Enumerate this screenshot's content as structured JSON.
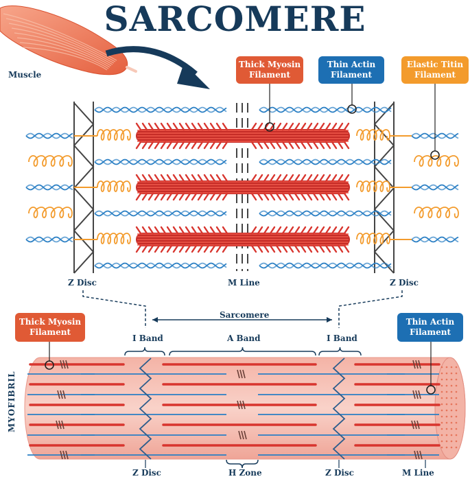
{
  "title": "SARCOMERE",
  "labels": {
    "muscle": "Muscle",
    "thick_myosin_top": "Thick Myosin\nFilament",
    "thin_actin_top": "Thin Actin\nFilament",
    "elastic_titin": "Elastic Titin\nFilament",
    "z_disc_left": "Z Disc",
    "m_line_top": "M Line",
    "z_disc_right": "Z Disc",
    "sarcomere": "Sarcomere",
    "thick_myosin_bottom": "Thick Myosin\nFilament",
    "thin_actin_bottom": "Thin Actin\nFilament",
    "i_band_left": "I Band",
    "a_band": "A Band",
    "i_band_right": "I Band",
    "myofibril": "MYOFIBRIL",
    "z_disc_bottom_left": "Z Disc",
    "h_zone": "H Zone",
    "z_disc_bottom_right": "Z Disc",
    "m_line_bottom": "M Line"
  },
  "colors": {
    "navy": "#163a5a",
    "myosin_red": "#d8352e",
    "actin_blue": "#2a7fc4",
    "titin_orange": "#f39b2c",
    "callout_red": "#e05a35",
    "callout_blue": "#1d6fb3",
    "fiber_pink": "#f7c1b6",
    "disc_gray": "#444444"
  }
}
